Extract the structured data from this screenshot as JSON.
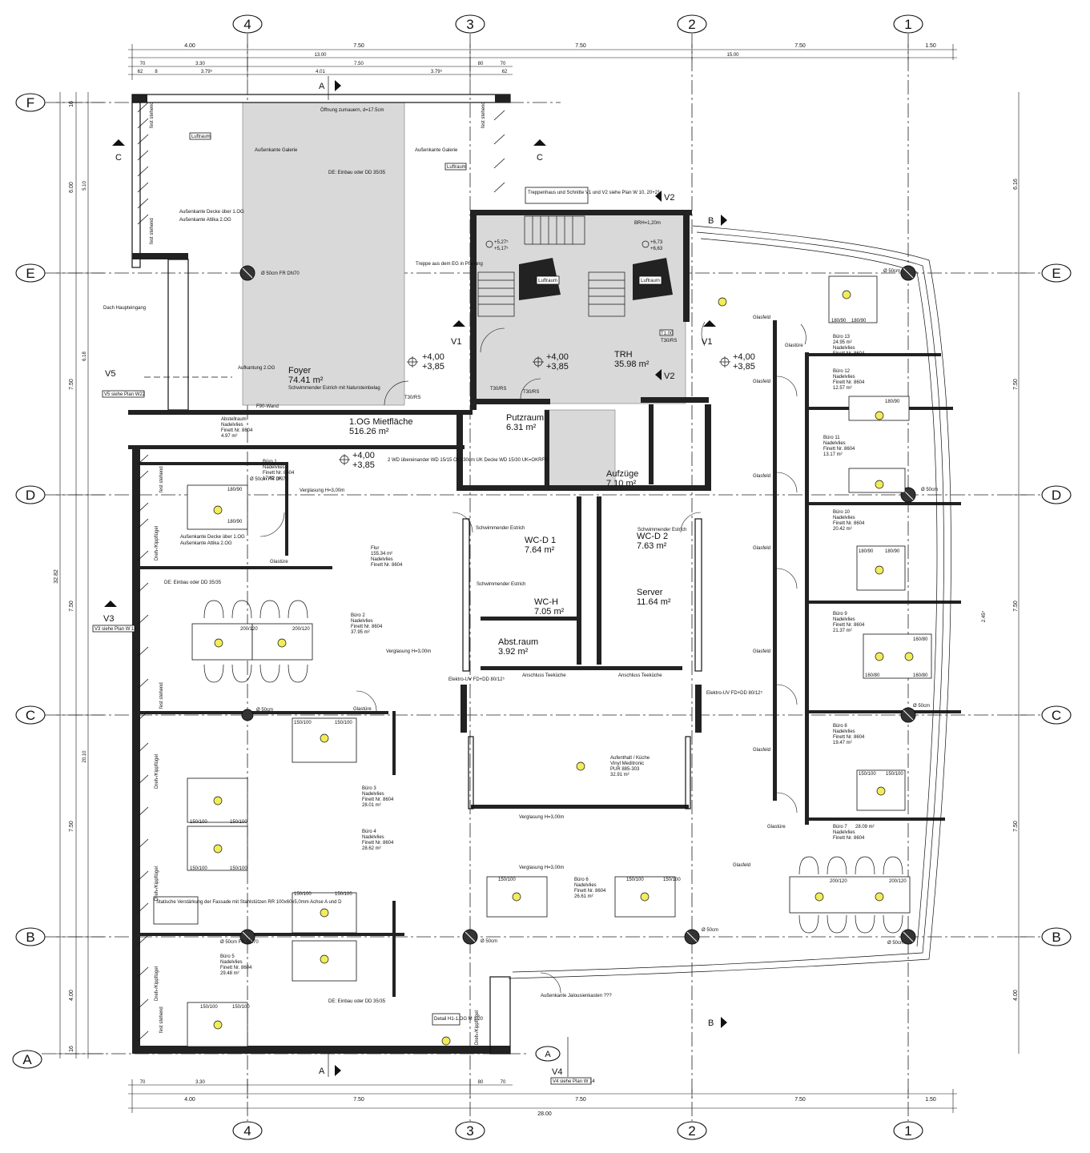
{
  "axes": {
    "columns_top": [
      "4",
      "3",
      "2",
      "1"
    ],
    "columns_bottom": [
      "4",
      "3",
      "2",
      "1"
    ],
    "rows_left": [
      "F",
      "E",
      "D",
      "C",
      "B",
      "A"
    ],
    "rows_right": [
      "E",
      "D",
      "C",
      "B"
    ]
  },
  "dimensions": {
    "top_main": [
      "4.00",
      "7.50",
      "7.50",
      "7.50",
      "1.50"
    ],
    "top_second": [
      "13.00",
      "15.00"
    ],
    "top_third": [
      "70",
      "3.30",
      "7.50",
      "80",
      "70"
    ],
    "top_fourth": [
      "62",
      "8",
      "3.79⁵",
      "4.01",
      "3.79⁵",
      "62"
    ],
    "bottom_main": [
      "4.00",
      "7.50",
      "7.50",
      "7.50",
      "1.50"
    ],
    "bottom_total": "28.00",
    "bottom_second": [
      "70",
      "3.30",
      "80",
      "70"
    ],
    "left_main": [
      "16",
      "6.00",
      "7.50",
      "7.50",
      "7.50",
      "4.00",
      "16"
    ],
    "left_total": "32.82",
    "left_second": [
      "5.10",
      "6.18",
      "20.10"
    ],
    "right_main": [
      "6.16",
      "7.50",
      "7.50",
      "7.50",
      "4.00"
    ],
    "right_mid": "2.45⁵"
  },
  "section_markers": {
    "a_top": "A",
    "a_bottom": "A",
    "a_bottom_right": "A",
    "b_top": "B",
    "b_bottom": "B",
    "c_left": "C",
    "c_right": "C",
    "v1_left": "V1",
    "v1_right": "V1",
    "v2_top": "V2",
    "v2_mid": "V2",
    "v3": "V3",
    "v3_note": "V3 siehe Plan W 13",
    "v4": "V4",
    "v4_note": "V4 siehe Plan W 14",
    "v5": "V5",
    "v5_note": "V5 siehe Plan W22"
  },
  "rooms": {
    "foyer": {
      "name": "Foyer",
      "area": "74.41 m²",
      "finish": "Schwimmender Estrich mit Natursteinbelag"
    },
    "mietflaeche": {
      "name": "1.OG Mietfläche",
      "area": "516.26 m²"
    },
    "trh": {
      "name": "TRH",
      "area": "35.98 m²"
    },
    "putzraum": {
      "name": "Putzraum",
      "area": "6.31 m²"
    },
    "aufzuege": {
      "name": "Aufzüge",
      "area": "7.10 m²"
    },
    "wcd1": {
      "name": "WC-D 1",
      "area": "7.64 m²"
    },
    "wcd2": {
      "name": "WC-D 2",
      "area": "7.63 m²"
    },
    "wch": {
      "name": "WC-H",
      "area": "7.05 m²"
    },
    "server": {
      "name": "Server",
      "area": "11.64 m²"
    },
    "abstraum": {
      "name": "Abst.raum",
      "area": "3.92 m²"
    },
    "flur": {
      "name": "Flur",
      "area": "155.34 m²",
      "finish": "Nadelvlies",
      "product": "Finett Nr. 8604"
    },
    "abstellraum": {
      "name": "Abstellraum",
      "finish": "Nadelvlies",
      "product": "Finett Nr. 8604",
      "area": "4.97 m²"
    },
    "aufenthalt": {
      "name": "Aufenthalt / Küche",
      "finish": "Vinyl Meditronic",
      "product": "PUR 885-303",
      "area": "32.91 m²"
    },
    "buero1": {
      "name": "Büro 1",
      "finish": "Nadelvlies",
      "product": "Finett Nr. 8604",
      "area": "17.62 m²"
    },
    "buero2": {
      "name": "Büro 2",
      "finish": "Nadelvlies",
      "product": "Finett Nr. 8604",
      "area": "37.95 m²"
    },
    "buero3": {
      "name": "Büro 3",
      "finish": "Nadelvlies",
      "product": "Finett Nr. 8604",
      "area": "28.01 m²"
    },
    "buero4": {
      "name": "Büro 4",
      "finish": "Nadelvlies",
      "product": "Finett Nr. 8604",
      "area": "28.62 m²"
    },
    "buero5": {
      "name": "Büro 5",
      "finish": "Nadelvlies",
      "product": "Finett Nr. 8604",
      "area": "29.48 m²"
    },
    "buero6": {
      "name": "Büro 6",
      "finish": "Nadelvlies",
      "product": "Finett Nr. 8604",
      "area": "26.61 m²"
    },
    "buero7": {
      "name": "Büro 7",
      "area": "28.09 m²",
      "finish": "Nadelvlies",
      "product": "Finett Nr. 8604"
    },
    "buero8": {
      "name": "Büro 8",
      "finish": "Nadelvlies",
      "product": "Finett Nr. 8604",
      "area": "19.47 m²"
    },
    "buero9": {
      "name": "Büro 9",
      "finish": "Nadelvlies",
      "product": "Finett Nr. 8604",
      "area": "21.37 m²"
    },
    "buero10": {
      "name": "Büro 10",
      "finish": "Nadelvlies",
      "product": "Finett Nr. 8604",
      "area": "20.42 m²"
    },
    "buero11": {
      "name": "Büro 11",
      "finish": "Nadelvlies",
      "product": "Finett Nr. 8604",
      "area": "13.17 m²"
    },
    "buero12": {
      "name": "Büro 12",
      "finish": "Nadelvlies",
      "product": "Finett Nr. 8604",
      "area": "12.57 m²"
    },
    "buero13": {
      "name": "Büro 13",
      "area": "24.95 m²",
      "finish": "Nadelvlies",
      "product": "Finett Nr. 8604"
    }
  },
  "levels": {
    "foyer": [
      "+4,00",
      "+3,85"
    ],
    "stair": [
      "+4,00",
      "+3,85"
    ],
    "east": [
      "+4,00",
      "+3,85"
    ],
    "flur": [
      "+4,00",
      "+3,85"
    ],
    "landing_left": [
      "+5,27⁵",
      "+5,17⁵"
    ],
    "landing_right": [
      "+6,73",
      "+6,63"
    ]
  },
  "notes": {
    "luftraum": "Luftraum",
    "aussenkante_galerie": "Außenkante Galerie",
    "oeffnung": "Öffnung zumauern, d=17.5cm",
    "de_einbau": "DE: Einbau oder DD 35/35",
    "aussenkante_decke": "Außenkante Decke über 1.OG",
    "aussenkante_attika": "Außenkante Attika 2.OG",
    "treppe": "Treppe aus dem EG in Planung",
    "treppenhaus": "Treppenhaus und Schnitte V1 und V2 siehe Plan W 10, 20+21",
    "dach": "Dach Haupteingang",
    "aufkantung": "Aufkantung 2.OG",
    "f90": "F90-Wand",
    "stuetze": "Ø 50cm FR DN70",
    "stuetze_short": "Ø 50cm",
    "glastuere": "Glastüre",
    "glasfeld": "Glasfeld",
    "verglasung": "Verglasung H=3,00m",
    "statisch": "Statische Verstärkung der Fassade mit Stahlstützen RR 100x60x5,0mm Achse A und D",
    "detail": "Detail H1-1.OG M 1:20",
    "aussenkante_jalousie": "Außenkante Jalousienkasten ???",
    "elektro_uv": "Elektro-UV FD+DD 80/12⁵",
    "anschluss": "Anschluss Teeküche",
    "wd_note": "2 WD übereinander WD 15/15 OK=30cm UK Decke WD 15/30 UK=OKRFB",
    "fest": "fest stehend",
    "dreh": "Dreh-/Kippflügel",
    "schwimmend": "Schwimmender Estrich",
    "brh": "BRH=1,20m",
    "t30": "T30/RS",
    "trh_door": "T1.00"
  },
  "furniture": {
    "table_a": "200/120",
    "table_b": "150/100",
    "table_c": "180/90",
    "table_d": "160/80"
  }
}
